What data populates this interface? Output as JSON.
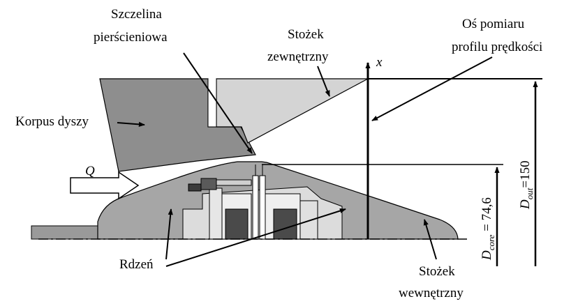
{
  "labels": {
    "annular_gap_line1": "Szczelina",
    "annular_gap_line2": "pierścieniowa",
    "outer_cone_line1": "Stożek",
    "outer_cone_line2": "zewnętrzny",
    "measurement_axis_line1": "Oś pomiaru",
    "measurement_axis_line2": "profilu prędkości",
    "nozzle_body": "Korpus dyszy",
    "core": "Rdzeń",
    "inner_cone_line1": "Stożek",
    "inner_cone_line2": "wewnętrzny",
    "flow_symbol": "Q",
    "axis_symbol": "x"
  },
  "dimensions": {
    "core_diameter": {
      "symbol": "D",
      "subscript": "core",
      "relation": " = ",
      "value": "74,6"
    },
    "outer_diameter": {
      "symbol": "D",
      "subscript": "out",
      "relation": "=",
      "value": "150"
    }
  },
  "colors": {
    "outer_cone": "#d4d4d4",
    "nozzle_body": "#8e8e8e",
    "inner_cone": "#a6a6a6",
    "core_light": "#dcdcdc",
    "core_dark": "#4a4a4a",
    "line": "#000000"
  }
}
